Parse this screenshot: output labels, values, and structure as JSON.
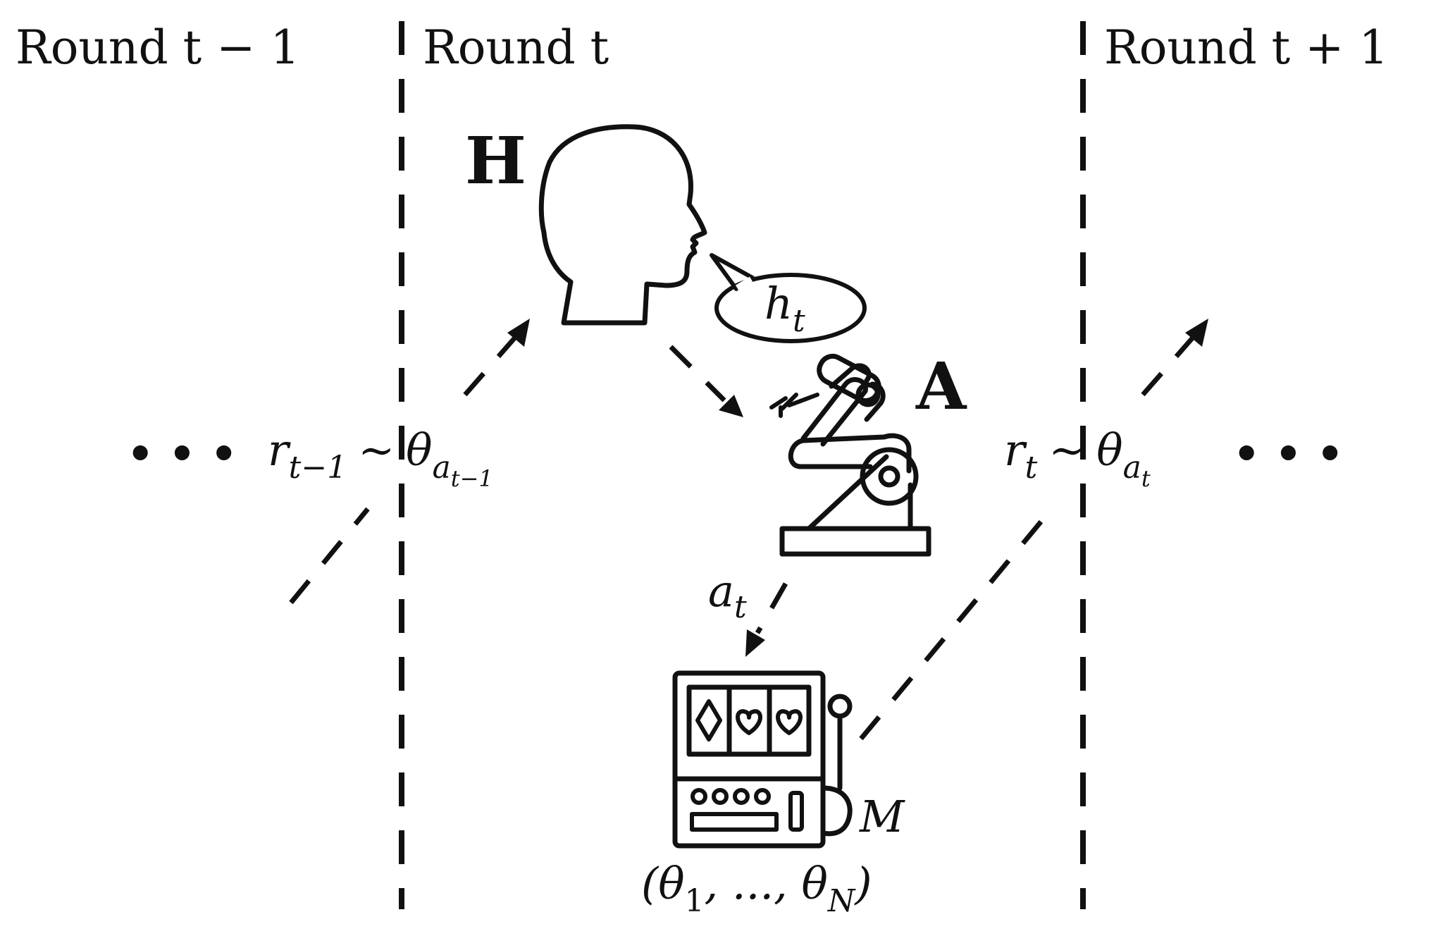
{
  "rounds": {
    "prev": "Round t − 1",
    "curr": "Round t",
    "next": "Round t + 1"
  },
  "agents": {
    "human": "H",
    "agent": "A"
  },
  "speech": {
    "base": "h",
    "sub": "t"
  },
  "ellipsis": "• • •",
  "reward_prev": {
    "base": "r",
    "sub": "t−1",
    "sim": "∼",
    "theta": "θ",
    "theta_sub": "a",
    "theta_subsub": "t−1"
  },
  "reward_curr": {
    "base": "r",
    "sub": "t",
    "sim": "∼",
    "theta": "θ",
    "theta_sub": "a",
    "theta_subsub": "t"
  },
  "action": {
    "base": "a",
    "sub": "t"
  },
  "machine": {
    "label": "M",
    "params_open": "(θ",
    "params_sub1": "1",
    "params_mid": ", ..., θ",
    "params_subN": "N",
    "params_close": ")"
  },
  "icons": [
    "human-head-icon",
    "robot-arm-icon",
    "slot-machine-icon",
    "speech-bubble-icon"
  ]
}
